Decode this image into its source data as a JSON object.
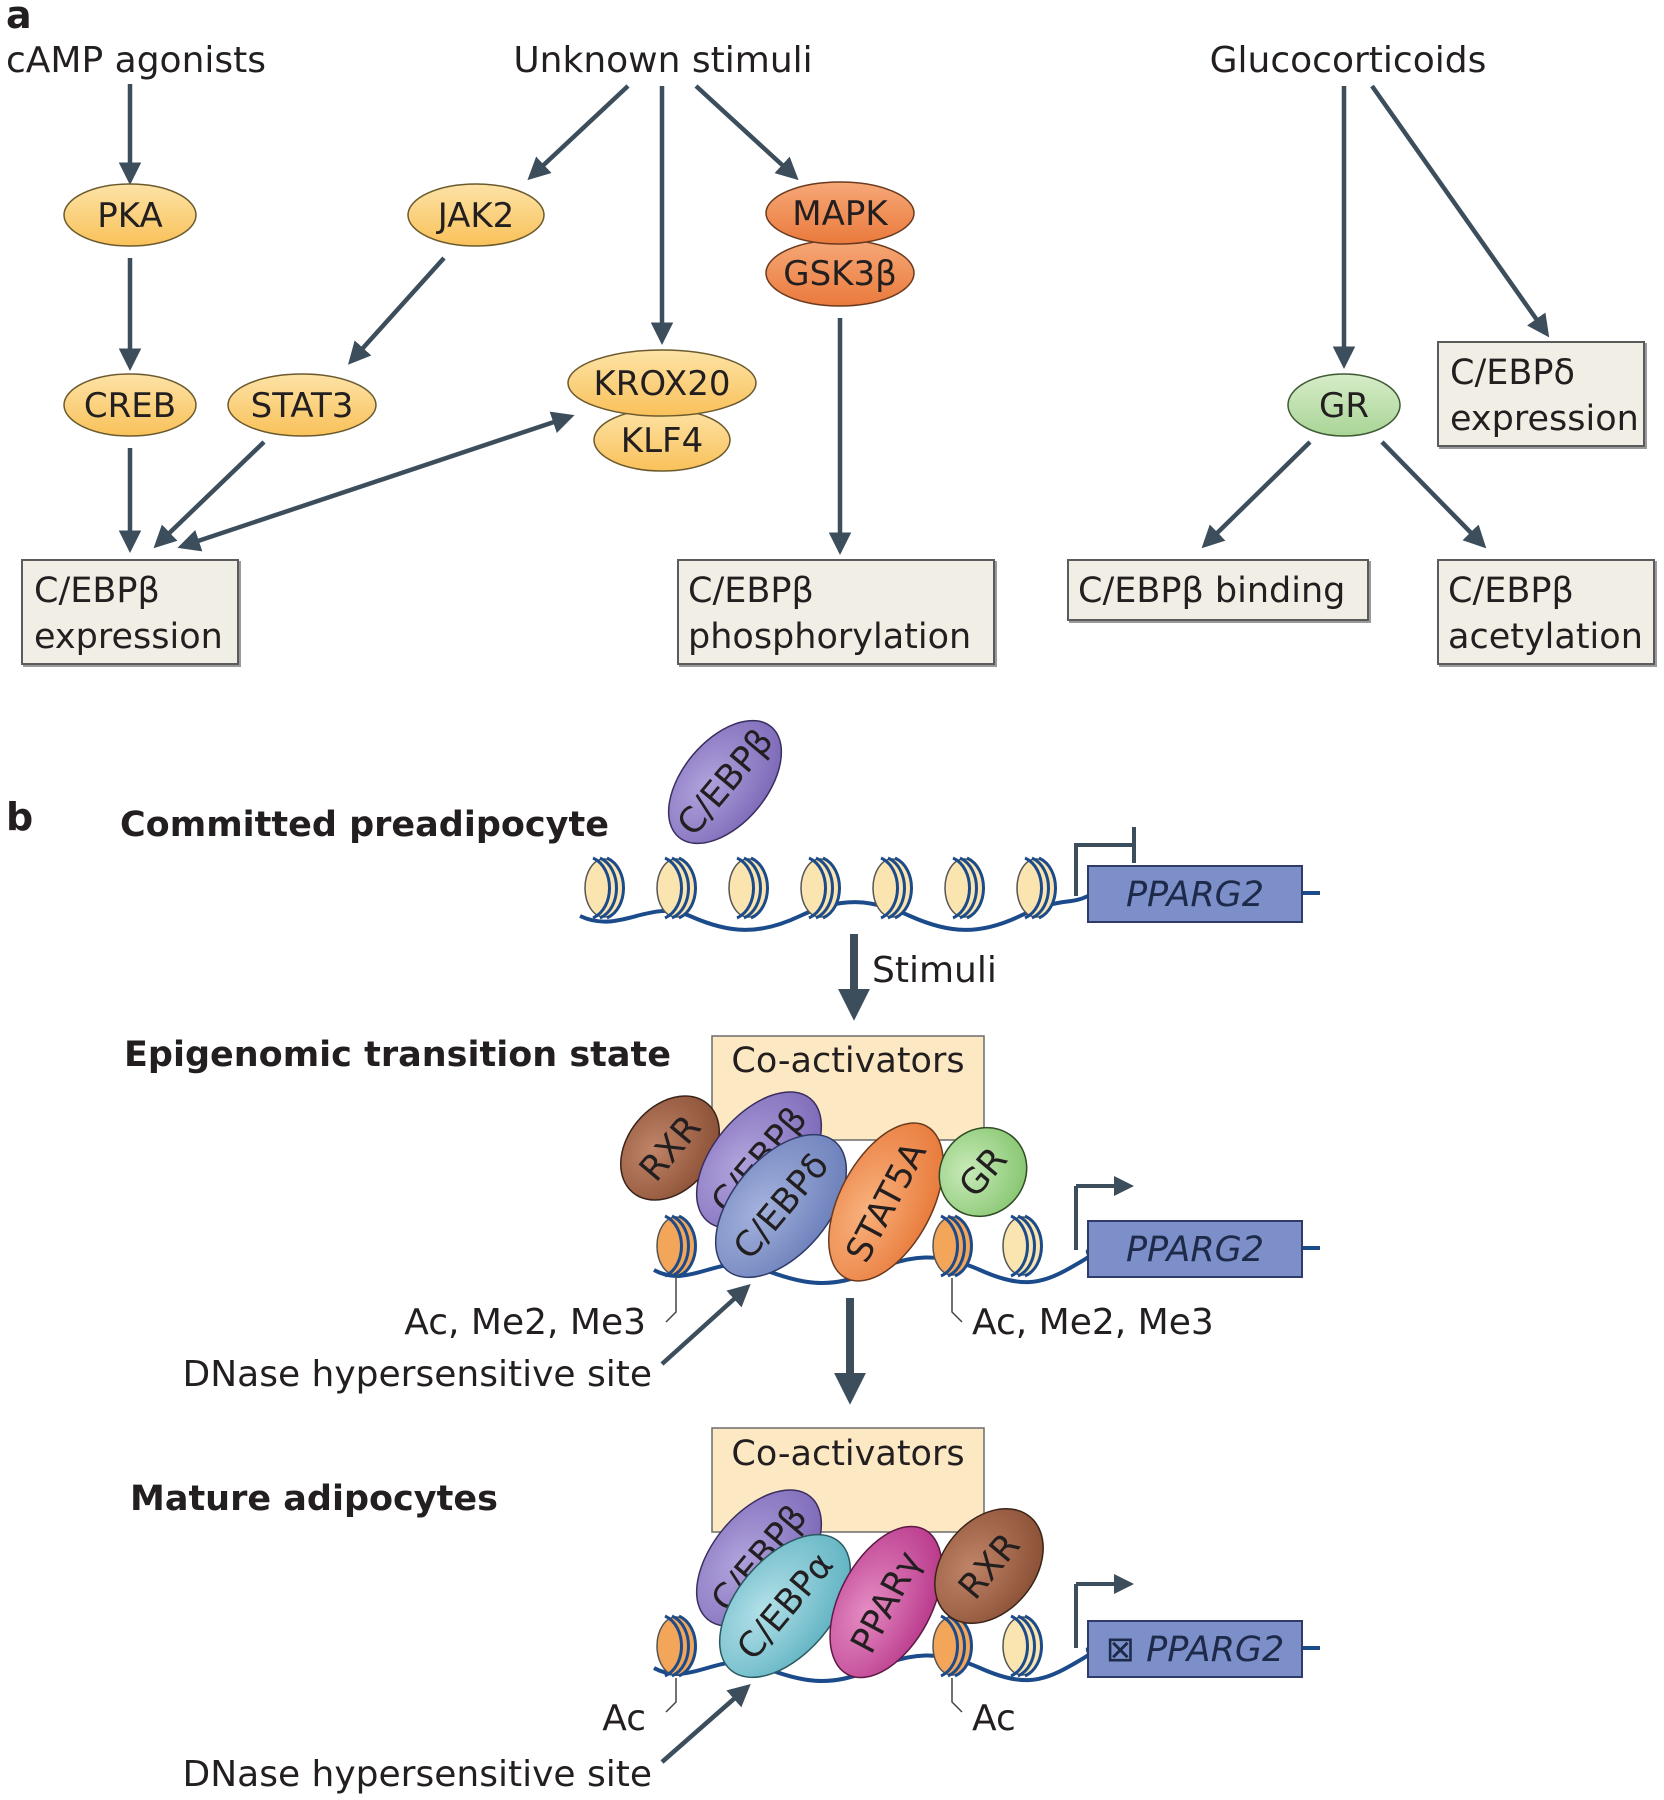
{
  "panel_a": {
    "label": "a",
    "stimuli": {
      "camp": "cAMP agonists",
      "unknown": "Unknown stimuli",
      "gluco": "Glucocorticoids"
    },
    "nodes": {
      "pka": "PKA",
      "creb": "CREB",
      "jak2": "JAK2",
      "stat3": "STAT3",
      "krox20": "KROX20",
      "klf4": "KLF4",
      "mapk": "MAPK",
      "gsk3b": "GSK3β",
      "gr": "GR"
    },
    "outcomes": {
      "expr_l1": "C/EBPβ",
      "expr_l2": "expression",
      "phos_l1": "C/EBPβ",
      "phos_l2": "phosphorylation",
      "delta_l1": "C/EBPδ",
      "delta_l2": "expression",
      "binding": "C/EBPβ binding",
      "acet_l1": "C/EBPβ",
      "acet_l2": "acetylation"
    },
    "colors": {
      "yellow_node": "#fcd27a",
      "orange_node": "#f08a4b",
      "green_node": "#bfe0b0",
      "box_fill": "#f1efe5",
      "arrow": "#3c4d5c"
    }
  },
  "panel_b": {
    "label": "b",
    "states": {
      "committed": "Committed preadipocyte",
      "transition": "Epigenomic transition state",
      "mature": "Mature adipocytes"
    },
    "stimuli_label": "Stimuli",
    "gene": "PPARG2",
    "gene_mature": "⊠ PPARG2",
    "coactivators": "Co-activators",
    "factors": {
      "cebpb": "C/EBPβ",
      "cebpd": "C/EBPδ",
      "cebpa": "C/EBPα",
      "rxr": "RXR",
      "stat5a": "STAT5A",
      "gr": "GR",
      "pparg": "PPARγ"
    },
    "marks": {
      "transition_left": "Ac, Me2, Me3",
      "transition_right": "Ac, Me2, Me3",
      "mature_left": "Ac",
      "mature_right": "Ac"
    },
    "dnase": "DNase hypersensitive site",
    "colors": {
      "purple": "#8e7cc3",
      "blue_grey": "#7b8fc4",
      "brown": "#9a6045",
      "orange": "#f08a4b",
      "green": "#9fd48a",
      "teal": "#7cc3cf",
      "magenta": "#c94f9b",
      "gene_box": "#7d8fc8",
      "coactivator": "#fce9c4",
      "nucleosome_light": "#fae4b0",
      "nucleosome_orange": "#f3a55a"
    }
  }
}
